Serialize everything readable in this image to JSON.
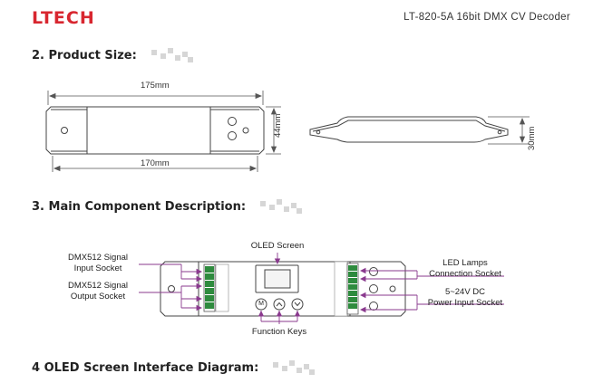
{
  "header": {
    "logo": "LTECH",
    "model": "LT-820-5A  16bit  DMX  CV  Decoder"
  },
  "sections": {
    "product_size": "2. Product Size:",
    "main_component": "3. Main Component Description:",
    "oled_interface": "4  OLED Screen Interface Diagram:"
  },
  "dimensions": {
    "length_outer": "175mm",
    "length_inner": "170mm",
    "width": "44mm",
    "height": "30mm"
  },
  "components": {
    "oled_screen": "OLED Screen",
    "dmx_input": [
      "DMX512 Signal",
      "Input Socket"
    ],
    "dmx_output": [
      "DMX512 Signal",
      "Output Socket"
    ],
    "led_lamps": [
      "LED Lamps",
      "Connection Socket"
    ],
    "power_input": [
      "5~24V DC",
      "Power Input Socket"
    ],
    "function_keys": "Function Keys",
    "key_labels": [
      "M",
      "^",
      "v"
    ]
  },
  "colors": {
    "brand_red": "#d8262f",
    "callout_purple": "#8a3a8e",
    "terminal_green": "#2e8b3e"
  }
}
